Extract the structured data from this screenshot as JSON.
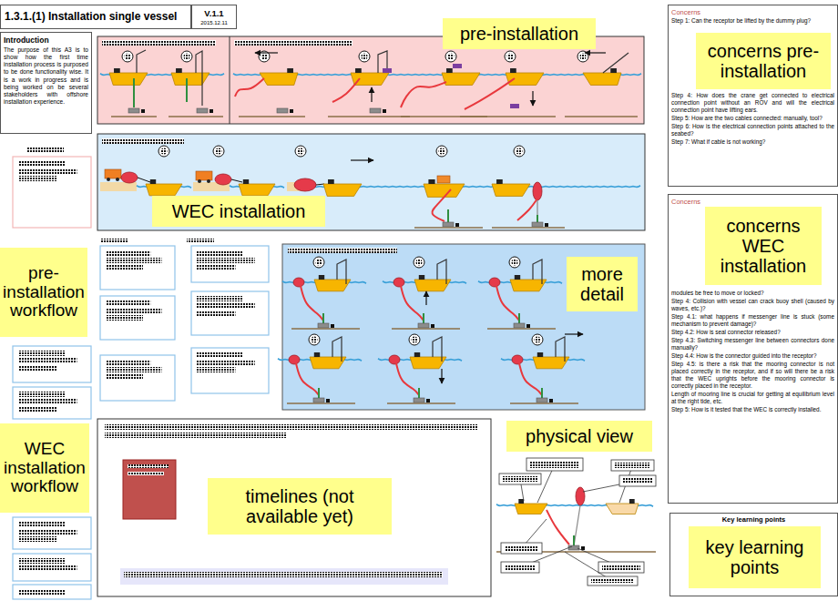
{
  "diagram": {
    "title": "1.3.1.(1) Installation single vessel",
    "nodes": [
      {
        "text": [
          "V.1.1",
          "2015.12.11"
        ]
      },
      {
        "text": [
          "Introduction",
          "The purpose of this A3 is to show how the first time installation process is purposed to be done functionality wise. It is a work in progress and is being worked on be several stakeholders with offshore installation experience."
        ]
      },
      {
        "text": [
          "pre-installation"
        ]
      },
      {
        "text": [
          "Concerns",
          "Step 1: Can the receptor be lifted by the dummy plug?",
          "Step 4: How does the crane get connected to electrical connection point without an ROV and will the electrical connection point have lifting ears.",
          "Step 5: How are the two cables connected: manually, tool?",
          "Step 6: How is the electrical connection points attached to the seabed?",
          "Step 7: What if cable is not working?"
        ]
      },
      {
        "text": [
          "concerns pre-installation"
        ],
        "in": 3
      },
      {
        "text": [
          "WEC installation"
        ]
      },
      {
        "text": [
          "Concerns",
          "modules be free to move or locked?",
          "Step 4: Collision with vessel can crack buoy shell (caused by waves, etc.)?",
          "Step 4.1: what happens if messenger line is stuck (some mechanism to prevent damage)?",
          "Step 4.2: How is seal connector released?",
          "Step 4.3: Switching messenger line between connectors done manually?",
          "Step 4.4: How is the connector guided into the receptor?",
          "Step 4.5: is there a risk that the mooring connector is not placed correctly in the receptor, and if so will there be a risk that the WEC uprights before the mooring connector is correctly placed in the receptor.",
          "Length of mooring line is crucial for getting at equilibrium level at the right tide, etc.",
          "Step 5: How is it tested that the WEC is correctly installed."
        ]
      },
      {
        "text": [
          "concerns WEC installation"
        ],
        "in": 6
      },
      {
        "text": [
          "pre-installation workflow"
        ]
      },
      {
        "text": [
          "more detail"
        ]
      },
      {
        "text": [
          "WEC installation workflow"
        ]
      },
      {
        "text": [
          "physical view"
        ]
      },
      {
        "text": [
          "timelines (not available yet)"
        ]
      },
      {
        "text": [
          "Key learning points"
        ]
      },
      {
        "text": [
          "key learning points"
        ],
        "in": 13
      }
    ]
  }
}
